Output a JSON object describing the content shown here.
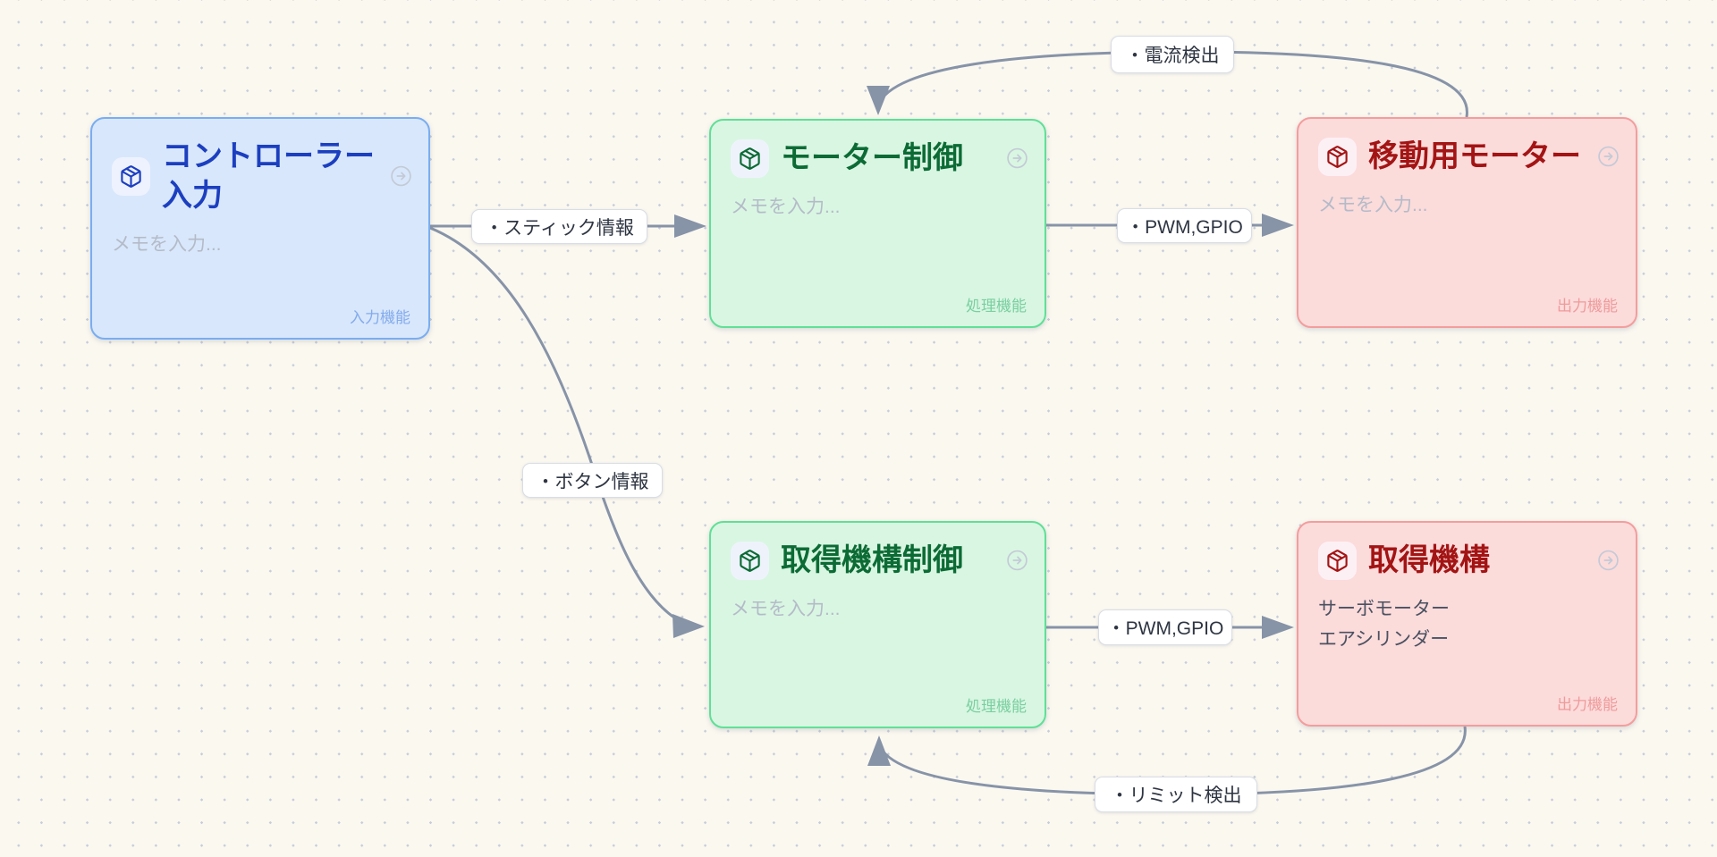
{
  "canvas": {
    "background_color": "#fbf8f0",
    "dot_color": "#c7ccd9",
    "edge_color": "#8793a7"
  },
  "node_type_colors": {
    "input": {
      "bg": "#d8e7fb",
      "border": "#79adf2",
      "title": "#1c3fc0",
      "category": "#83abed"
    },
    "process": {
      "bg": "#d9f6e2",
      "border": "#5fe096",
      "title": "#0c6b35",
      "category": "#79cfa0"
    },
    "output": {
      "bg": "#fcdbdb",
      "border": "#f49d9d",
      "title": "#a31414",
      "category": "#ee9b9b"
    }
  },
  "icons": {
    "node_icon": "package-cube-icon",
    "open_icon": "arrow-right-circle-icon"
  },
  "nodes": [
    {
      "id": "controller-input",
      "type": "input",
      "title": "コントローラー入力",
      "body": "メモを入力...",
      "body_is_placeholder": true,
      "category": "入力機能"
    },
    {
      "id": "motor-control",
      "type": "process",
      "title": "モーター制御",
      "body": "メモを入力...",
      "body_is_placeholder": true,
      "category": "処理機能"
    },
    {
      "id": "drive-motor",
      "type": "output",
      "title": "移動用モーター",
      "body": "メモを入力...",
      "body_is_placeholder": true,
      "category": "出力機能"
    },
    {
      "id": "acquisition-control",
      "type": "process",
      "title": "取得機構制御",
      "body": "メモを入力...",
      "body_is_placeholder": true,
      "category": "処理機能"
    },
    {
      "id": "acquisition-mechanism",
      "type": "output",
      "title": "取得機構",
      "body": "サーボモーター\nエアシリンダー",
      "body_is_placeholder": false,
      "category": "出力機能"
    }
  ],
  "edges": [
    {
      "id": "stick-info",
      "label": "・スティック情報",
      "from": "controller-input",
      "to": "motor-control"
    },
    {
      "id": "button-info",
      "label": "・ボタン情報",
      "from": "controller-input",
      "to": "acquisition-control"
    },
    {
      "id": "pwm-gpio-drive",
      "label": "・PWM,GPIO",
      "from": "motor-control",
      "to": "drive-motor"
    },
    {
      "id": "pwm-gpio-acquire",
      "label": "・PWM,GPIO",
      "from": "acquisition-control",
      "to": "acquisition-mechanism"
    },
    {
      "id": "current-detect",
      "label": "・電流検出",
      "from": "drive-motor",
      "to": "motor-control"
    },
    {
      "id": "limit-detect",
      "label": "・リミット検出",
      "from": "acquisition-mechanism",
      "to": "acquisition-control"
    }
  ]
}
